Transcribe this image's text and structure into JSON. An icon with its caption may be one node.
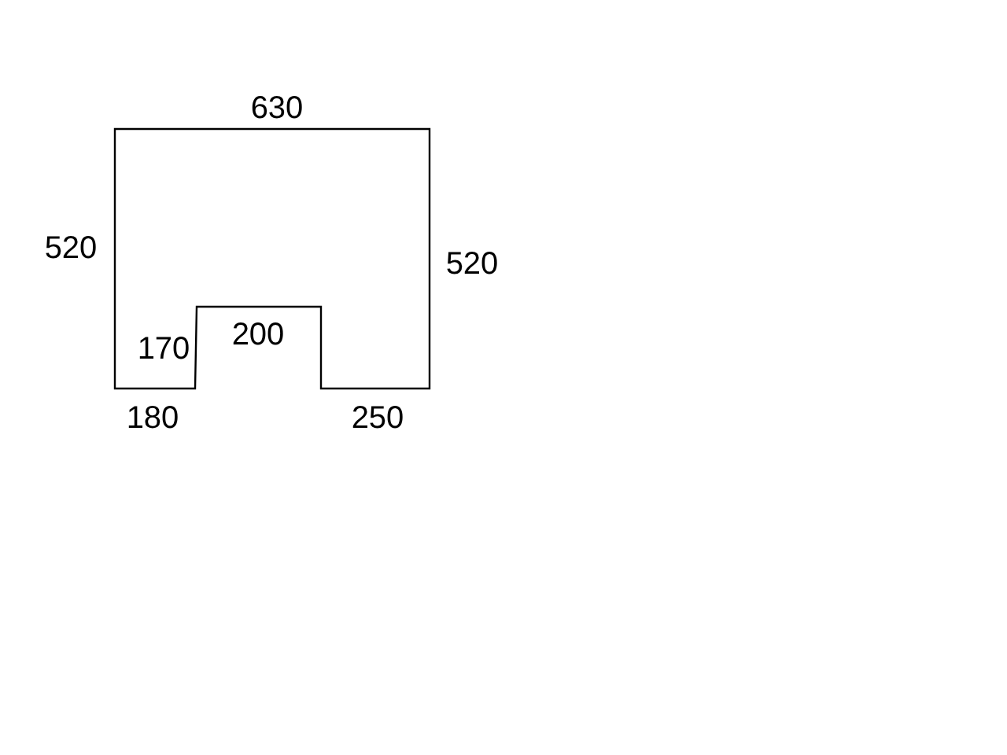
{
  "diagram": {
    "labels": [
      "630",
      "520",
      "520",
      "200",
      "170",
      "180",
      "250"
    ]
  }
}
